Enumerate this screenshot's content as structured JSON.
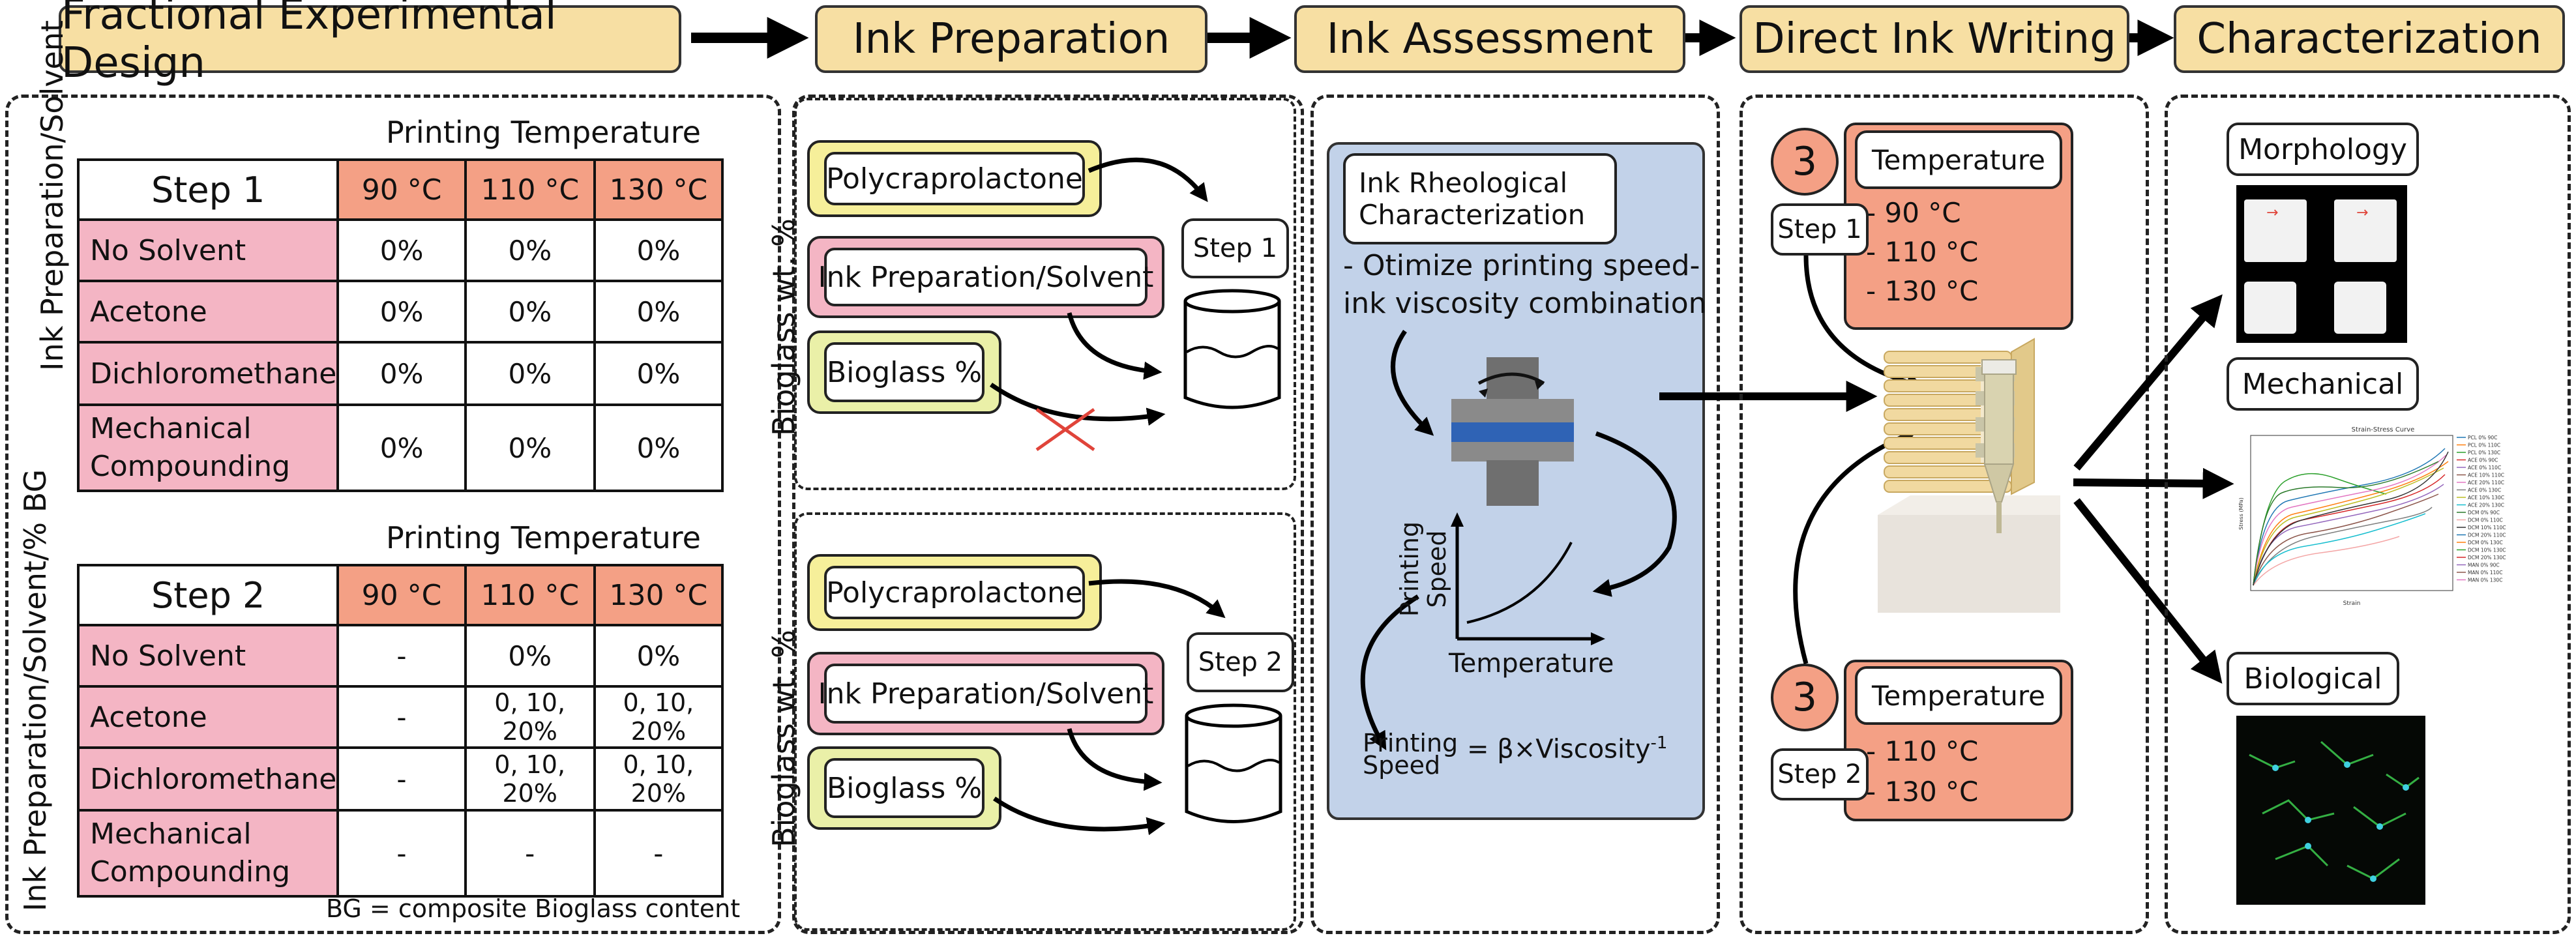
{
  "headers": [
    "Fractional Experimental Design",
    "Ink Preparation",
    "Ink Assessment",
    "Direct Ink Writing",
    "Characterization"
  ],
  "design": {
    "printing_temperature_label": "Printing Temperature",
    "ink_prep_axis": "Ink Preparation/Solvent",
    "ink_prep_bg_axis": "Ink Preparation/Solvent/% BG",
    "temps": [
      "90 °C",
      "110 °C",
      "130 °C"
    ],
    "step1": {
      "title": "Step 1",
      "rows": [
        {
          "name": "No Solvent",
          "cells": [
            "0%",
            "0%",
            "0%"
          ]
        },
        {
          "name": "Acetone",
          "cells": [
            "0%",
            "0%",
            "0%"
          ]
        },
        {
          "name": "Dichloromethane",
          "cells": [
            "0%",
            "0%",
            "0%"
          ]
        },
        {
          "name": "Mechanical",
          "name2": "Compounding",
          "cells": [
            "0%",
            "0%",
            "0%"
          ]
        }
      ]
    },
    "step2": {
      "title": "Step 2",
      "rows": [
        {
          "name": "No Solvent",
          "cells": [
            "-",
            "0%",
            "0%"
          ]
        },
        {
          "name": "Acetone",
          "cells": [
            "-",
            "0, 10, 20%",
            "0, 10, 20%"
          ]
        },
        {
          "name": "Dichloromethane",
          "cells": [
            "-",
            "0, 10, 20%",
            "0, 10, 20%"
          ]
        },
        {
          "name": "Mechanical",
          "name2": "Compounding",
          "cells": [
            "-",
            "-",
            "-"
          ]
        }
      ]
    },
    "footnote": "BG = composite Bioglass content"
  },
  "ink_prep": {
    "bioglass_axis": "Bioglass wt. %",
    "polymer": "Polycraprolactone",
    "solvent": "Ink Preparation/Solvent",
    "bioglass": "Bioglass %",
    "step1": "Step 1",
    "step2": "Step 2",
    "colors": {
      "yellow": "#f6ef9a",
      "pink": "#f4b5c4",
      "lime": "#eaf0a8",
      "cross": "#e0443a"
    }
  },
  "assessment": {
    "box_line1": "Ink Rheological",
    "box_line2": "Characterization",
    "opt_line1": "- Otimize printing speed-",
    "opt_line2": "ink viscosity combination",
    "y_label1": "Printing",
    "y_label2": "Speed",
    "x_label": "Temperature",
    "eq_left1": "Printing",
    "eq_left2": "Speed",
    "eq_right": "= β×Viscosity",
    "eq_exp": "-1",
    "bg_color": "#c2d2e9"
  },
  "diw": {
    "badge": "3",
    "step1": "Step 1",
    "step2": "Step 2",
    "temp_title": "Temperature",
    "step1_temps": [
      "- 90 °C",
      "- 110 °C",
      "- 130 °C"
    ],
    "step2_temps": [
      "- 110 °C",
      "- 130 °C"
    ],
    "color": "#f4a085"
  },
  "characterization": {
    "morphology": "Morphology",
    "mechanical": "Mechanical",
    "biological": "Biological",
    "chart_title": "Strain-Stress Curve",
    "chart_xlabel": "Strain",
    "chart_ylabel": "Stress (MPa)",
    "legend": [
      "PCL 0% 90C",
      "PCL 0% 110C",
      "PCL 0% 130C",
      "ACE 0% 90C",
      "ACE 0% 110C",
      "ACE 10% 110C",
      "ACE 20% 110C",
      "ACE 0% 130C",
      "ACE 10% 130C",
      "ACE 20% 130C",
      "DCM 0% 90C",
      "DCM 0% 110C",
      "DCM 10% 110C",
      "DCM 20% 110C",
      "DCM 0% 130C",
      "DCM 10% 130C",
      "DCM 20% 130C",
      "MAN 0% 90C",
      "MAN 0% 110C",
      "MAN 0% 130C"
    ]
  }
}
